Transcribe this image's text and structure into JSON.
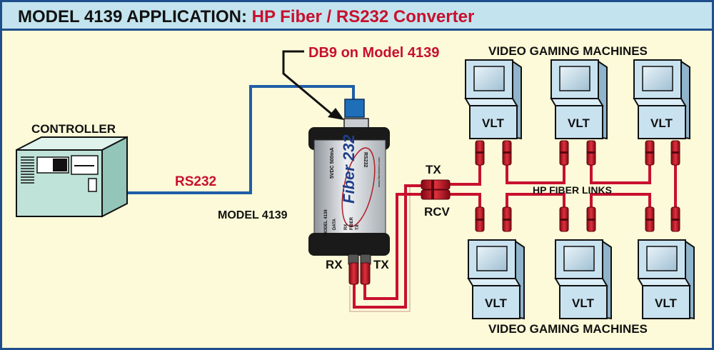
{
  "title": {
    "main": "MODEL 4139 APPLICATION: ",
    "sub": "HP Fiber / RS232 Converter"
  },
  "labels": {
    "db9": "DB9 on Model 4139",
    "controller": "CONTROLLER",
    "rs232": "RS232",
    "model": "MODEL 4139",
    "tx": "TX",
    "rcv": "RCV",
    "rx": "RX",
    "tx_bottom": "TX",
    "gaming_top": "VIDEO GAMING MACHINES",
    "gaming_bottom": "VIDEO GAMING MACHINES",
    "fiber_links": "HP FIBER LINKS"
  },
  "device": {
    "brand": "Fiber 232",
    "power": "5VDC 500mA",
    "port": "RS232",
    "model_text": "MODEL 4139",
    "data": "DATA",
    "rx": "RX",
    "fiber": "FIBER",
    "tx": "TX",
    "web": "www.fiberdrivers.com"
  },
  "vlt_label": "VLT",
  "colors": {
    "border": "#1f4e8c",
    "accent": "#c8102e",
    "fiber": "#c8102e",
    "rs232_cable": "#1f5ea8",
    "machine": "#c9e2f0",
    "controller": "#bfe3d8"
  }
}
